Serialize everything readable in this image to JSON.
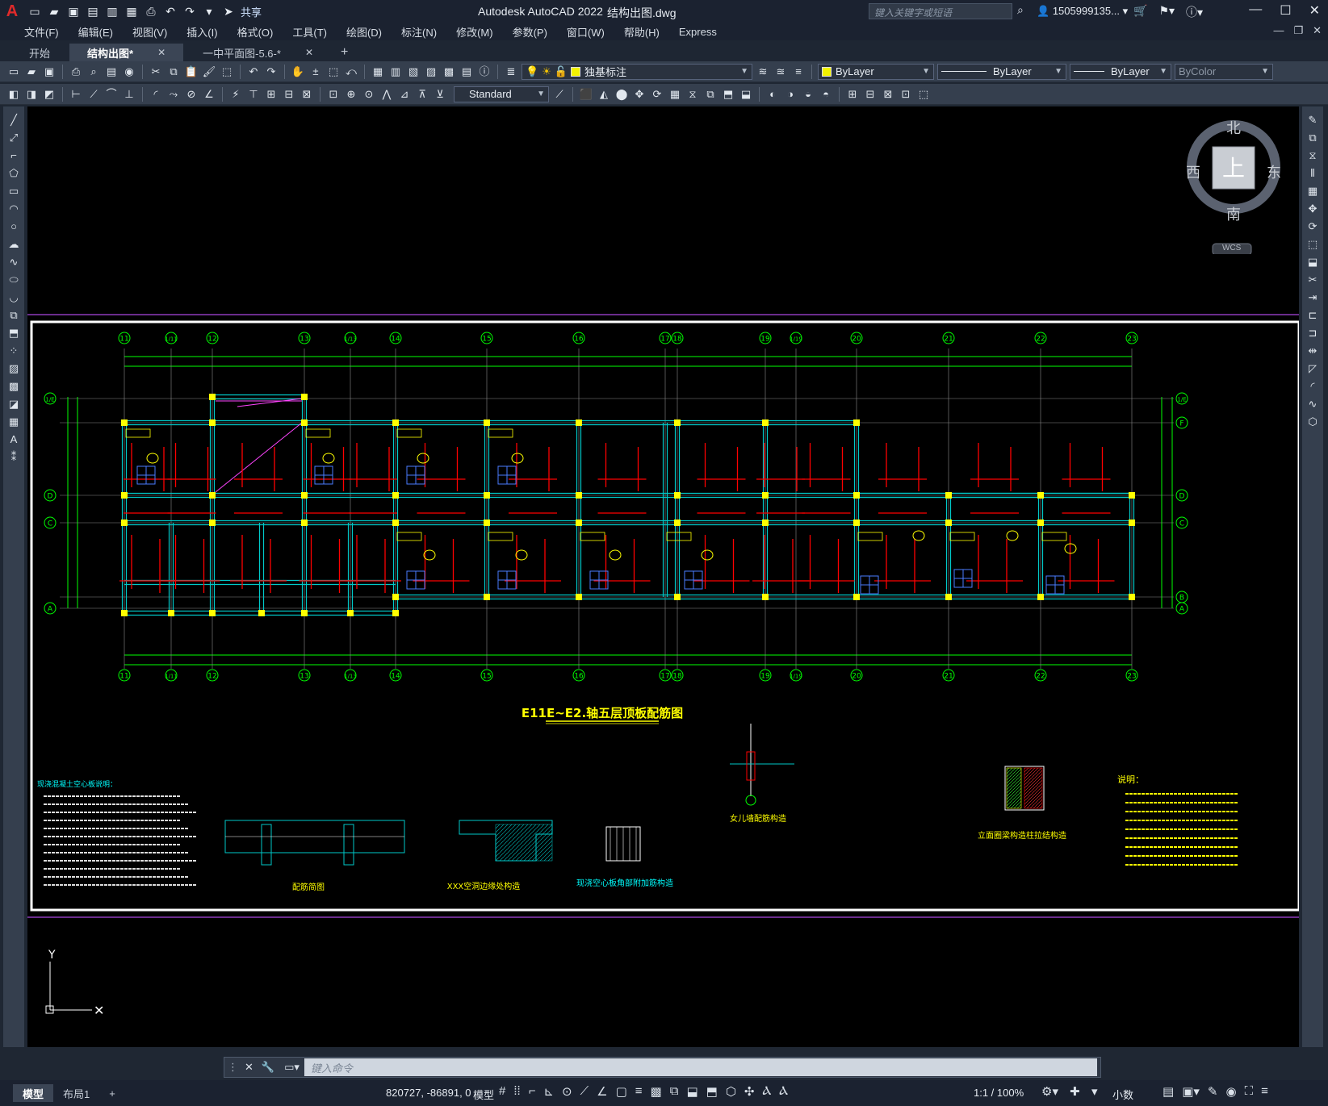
{
  "app": {
    "title": "Autodesk AutoCAD 2022",
    "file": "结构出图.dwg",
    "search_placeholder": "键入关键字或短语",
    "user": "1505999135...",
    "share_label": "共享",
    "logo": "A"
  },
  "menu": [
    "文件(F)",
    "编辑(E)",
    "视图(V)",
    "插入(I)",
    "格式(O)",
    "工具(T)",
    "绘图(D)",
    "标注(N)",
    "修改(M)",
    "参数(P)",
    "窗口(W)",
    "帮助(H)",
    "Express"
  ],
  "tabs": [
    {
      "label": "开始",
      "active": false,
      "closable": false
    },
    {
      "label": "结构出图*",
      "active": true,
      "closable": true
    },
    {
      "label": "一中平面图-5.6-*",
      "active": false,
      "closable": true
    }
  ],
  "toolbar": {
    "layer_name": "独基标注",
    "text_style": "Standard",
    "color": "ByLayer",
    "linetype": "ByLayer",
    "lineweight": "ByLayer",
    "plotstyle": "ByColor"
  },
  "viewcube": {
    "north": "北",
    "south": "南",
    "east": "东",
    "west": "西",
    "top": "上",
    "wcs": "WCS"
  },
  "drawing": {
    "title": "E11E~E2.轴五层顶板配筋图",
    "axis_top": [
      "11",
      "1/11",
      "12",
      "13",
      "1/13",
      "14",
      "15",
      "16",
      "17",
      "18",
      "19",
      "1/19",
      "20",
      "21",
      "22",
      "23"
    ],
    "axis_left": [
      "1/E",
      "D",
      "C",
      "A"
    ],
    "axis_right": [
      "1/E",
      "F",
      "D",
      "C",
      "B",
      "A"
    ],
    "details": [
      "配筋简图",
      "XXX空洞边缘处构造",
      "现浇空心板角部附加筋构造",
      "女儿墙配筋构造",
      "立面圈梁构造柱拉结构造"
    ],
    "notes_title_left": "现浇混凝土空心板说明：",
    "notes_title_right": "说明："
  },
  "command": {
    "placeholder": "键入命令"
  },
  "status": {
    "layouts": [
      "模型",
      "布局1"
    ],
    "coords": "820727, -86891, 0",
    "model": "模型",
    "scale": "1:1 / 100%",
    "units": "小数"
  },
  "colors": {
    "canvas": "#000000",
    "grid": "#00ff00",
    "beam": "#00c8c8",
    "column": "#ffff00",
    "rebar": "#ff0000"
  }
}
